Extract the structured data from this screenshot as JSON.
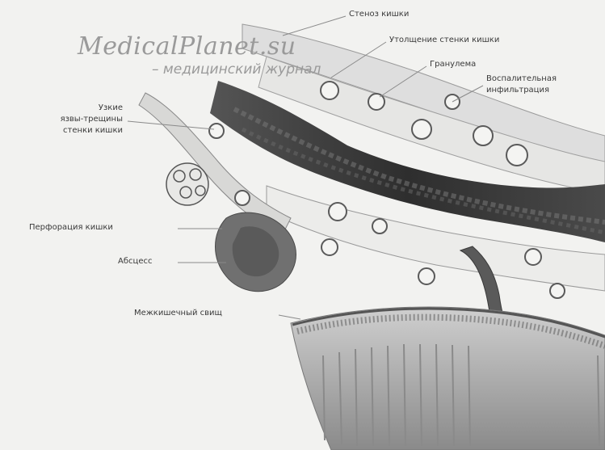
{
  "watermark": {
    "title": "MedicalPlanet.su",
    "subtitle": "– медицинский журнал"
  },
  "labels": {
    "stenosis": "Стеноз кишки",
    "wall_thickening": "Утолщение стенки кишки",
    "granuloma": "Гранулема",
    "inflammatory_line1": "Воспалительная",
    "inflammatory_line2": "инфильтрация",
    "fissures_line1": "Узкие",
    "fissures_line2": "язвы-трещины",
    "fissures_line3": "стенки кишки",
    "perforation": "Перфорация кишки",
    "abscess": "Абсцесс",
    "fistula": "Межкишечный свищ"
  }
}
